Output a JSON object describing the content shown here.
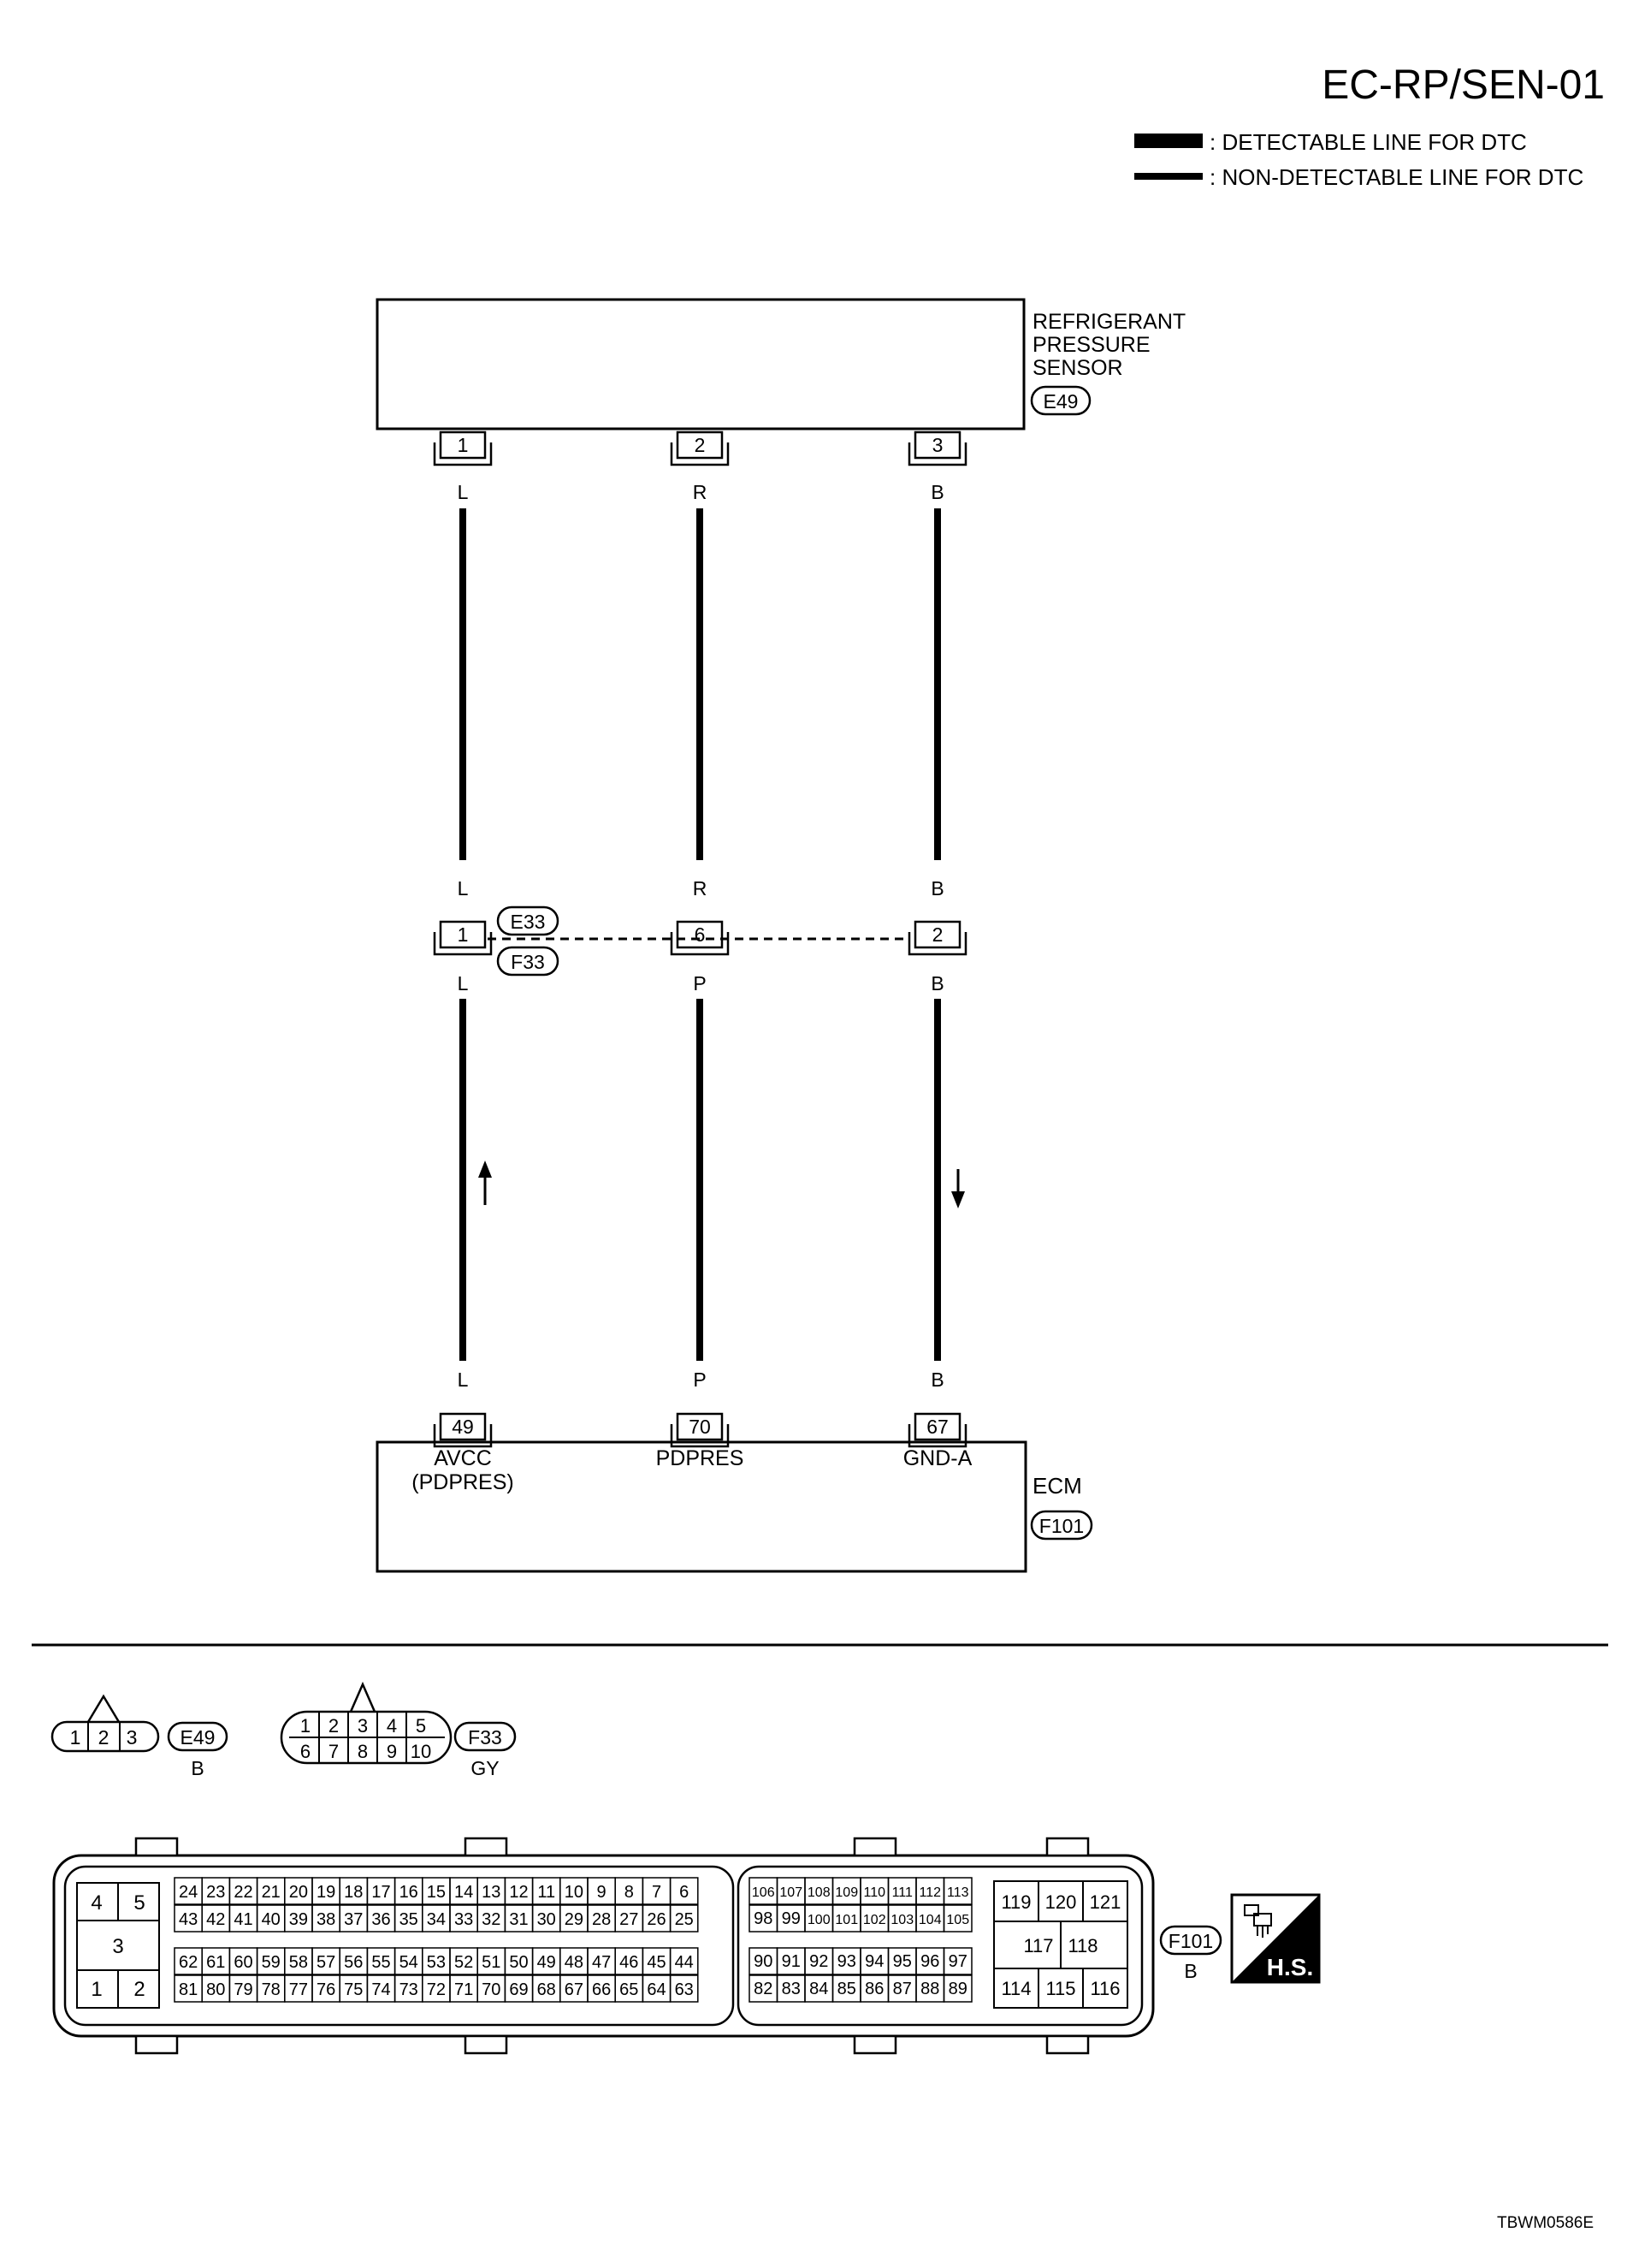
{
  "header": {
    "title": "EC-RP/SEN-01",
    "legend": [
      {
        "label": ": DETECTABLE LINE FOR DTC",
        "style": "thick"
      },
      {
        "label": ": NON-DETECTABLE LINE FOR DTC",
        "style": "thin"
      }
    ]
  },
  "sensor": {
    "name_lines": [
      "REFRIGERANT",
      "PRESSURE",
      "SENSOR"
    ],
    "connector": "E49",
    "pins": [
      "1",
      "2",
      "3"
    ]
  },
  "wires": [
    {
      "upper_color": "L",
      "mid_upper": "L",
      "mid_lower": "L",
      "lower_color": "L",
      "arrow": "up"
    },
    {
      "upper_color": "R",
      "mid_upper": "R",
      "mid_lower": "P",
      "lower_color": "P",
      "arrow": ""
    },
    {
      "upper_color": "B",
      "mid_upper": "B",
      "mid_lower": "B",
      "lower_color": "B",
      "arrow": "down"
    }
  ],
  "joint": {
    "connector_top": "E33",
    "connector_bottom": "F33",
    "pins": [
      "1",
      "6",
      "2"
    ]
  },
  "ecm": {
    "name": "ECM",
    "connector": "F101",
    "pins": [
      "49",
      "70",
      "67"
    ],
    "terminal_labels": [
      [
        "AVCC",
        "(PDPRES)"
      ],
      [
        "PDPRES"
      ],
      [
        "GND-A"
      ]
    ]
  },
  "connector_views": {
    "e49": {
      "pins": [
        "1",
        "2",
        "3"
      ],
      "id": "E49",
      "color": "B"
    },
    "f33": {
      "top_pins": [
        "1",
        "2",
        "3",
        "4",
        "5"
      ],
      "bottom_pins": [
        "6",
        "7",
        "8",
        "9",
        "10"
      ],
      "id": "F33",
      "color": "GY"
    },
    "f101": {
      "id": "F101",
      "color": "B",
      "left_block": {
        "row1": [
          "4",
          "5"
        ],
        "row2": [
          "3"
        ],
        "row3": [
          "1",
          "2"
        ]
      },
      "mid_block": [
        [
          "24",
          "23",
          "22",
          "21",
          "20",
          "19",
          "18",
          "17",
          "16",
          "15",
          "14",
          "13",
          "12",
          "11",
          "10",
          "9",
          "8",
          "7",
          "6"
        ],
        [
          "43",
          "42",
          "41",
          "40",
          "39",
          "38",
          "37",
          "36",
          "35",
          "34",
          "33",
          "32",
          "31",
          "30",
          "29",
          "28",
          "27",
          "26",
          "25"
        ],
        [
          "62",
          "61",
          "60",
          "59",
          "58",
          "57",
          "56",
          "55",
          "54",
          "53",
          "52",
          "51",
          "50",
          "49",
          "48",
          "47",
          "46",
          "45",
          "44"
        ],
        [
          "81",
          "80",
          "79",
          "78",
          "77",
          "76",
          "75",
          "74",
          "73",
          "72",
          "71",
          "70",
          "69",
          "68",
          "67",
          "66",
          "65",
          "64",
          "63"
        ]
      ],
      "right_block": [
        [
          "106",
          "107",
          "108",
          "109",
          "110",
          "111",
          "112",
          "113"
        ],
        [
          "98",
          "99",
          "100",
          "101",
          "102",
          "103",
          "104",
          "105"
        ],
        [
          "90",
          "91",
          "92",
          "93",
          "94",
          "95",
          "96",
          "97"
        ],
        [
          "82",
          "83",
          "84",
          "85",
          "86",
          "87",
          "88",
          "89"
        ]
      ],
      "far_block": {
        "row1": [
          "119",
          "120",
          "121"
        ],
        "row2": [
          "117",
          "118"
        ],
        "row3": [
          "114",
          "115",
          "116"
        ]
      }
    }
  },
  "hs_badge": "H.S.",
  "figure_id": "TBWM0586E"
}
